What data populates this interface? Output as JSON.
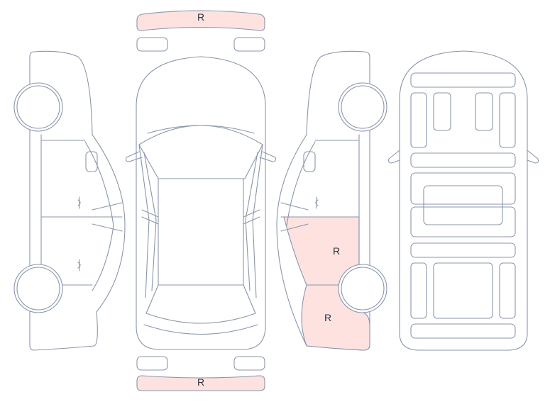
{
  "marks": {
    "front_bumper": "R",
    "rear_bumper": "R",
    "right_rear_door": "R",
    "right_rear_quarter": "R"
  },
  "colors": {
    "outline": "#8a96ab",
    "damage_fill": "#fde2df",
    "label": "#2f3540",
    "background": "#ffffff"
  }
}
